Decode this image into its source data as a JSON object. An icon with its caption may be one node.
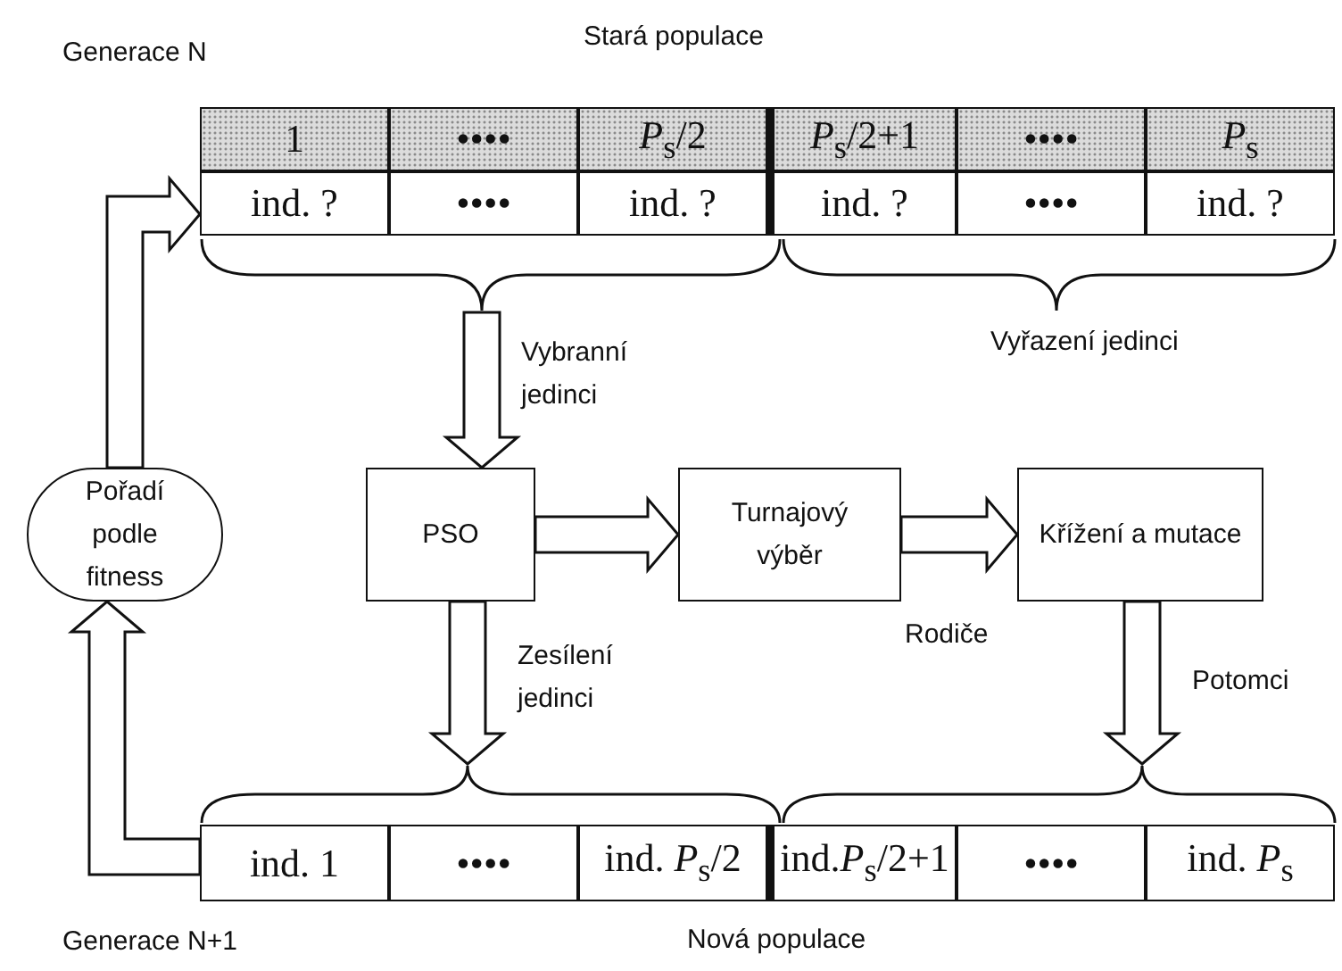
{
  "diagram": {
    "nodes": [
      {
        "text": [
          "Stará populace"
        ]
      },
      {
        "text": [
          "Pořadí podle fitness"
        ]
      },
      {
        "text": [
          "PSO"
        ]
      },
      {
        "text": [
          "Turnajový výběr"
        ]
      },
      {
        "text": [
          "Křížení a mutace"
        ]
      },
      {
        "text": [
          "Nová populace"
        ]
      }
    ],
    "edges": [
      {
        "from": 1,
        "to": 0,
        "arrow": "to"
      },
      {
        "from": 0,
        "to": 2,
        "arrow": "to",
        "label": "Vybranní jedinci"
      },
      {
        "from": 2,
        "to": 3,
        "arrow": "to"
      },
      {
        "from": 3,
        "to": 4,
        "arrow": "to",
        "label": "Rodiče"
      },
      {
        "from": 2,
        "to": 5,
        "arrow": "to",
        "label": "Zesílení jedinci"
      },
      {
        "from": 4,
        "to": 5,
        "arrow": "to",
        "label": "Potomci"
      },
      {
        "from": 5,
        "to": 1,
        "arrow": "to"
      }
    ],
    "labels": [
      "Generace N",
      "1",
      "••••",
      "*P*$_{s}$/2",
      "*P*$_{s}$/2+1",
      "••••",
      "*P*$_{s}$",
      "ind. ?",
      "••••",
      "ind. ?",
      "ind. ?",
      "••••",
      "ind. ?",
      "Vyřazení jedinci",
      "ind. 1",
      "••••",
      "ind. *P*$_{s}$/2",
      "ind.*P*$_{s}$/2+1",
      "••••",
      "ind. *P*$_{s}$",
      "Generace N+1"
    ]
  }
}
